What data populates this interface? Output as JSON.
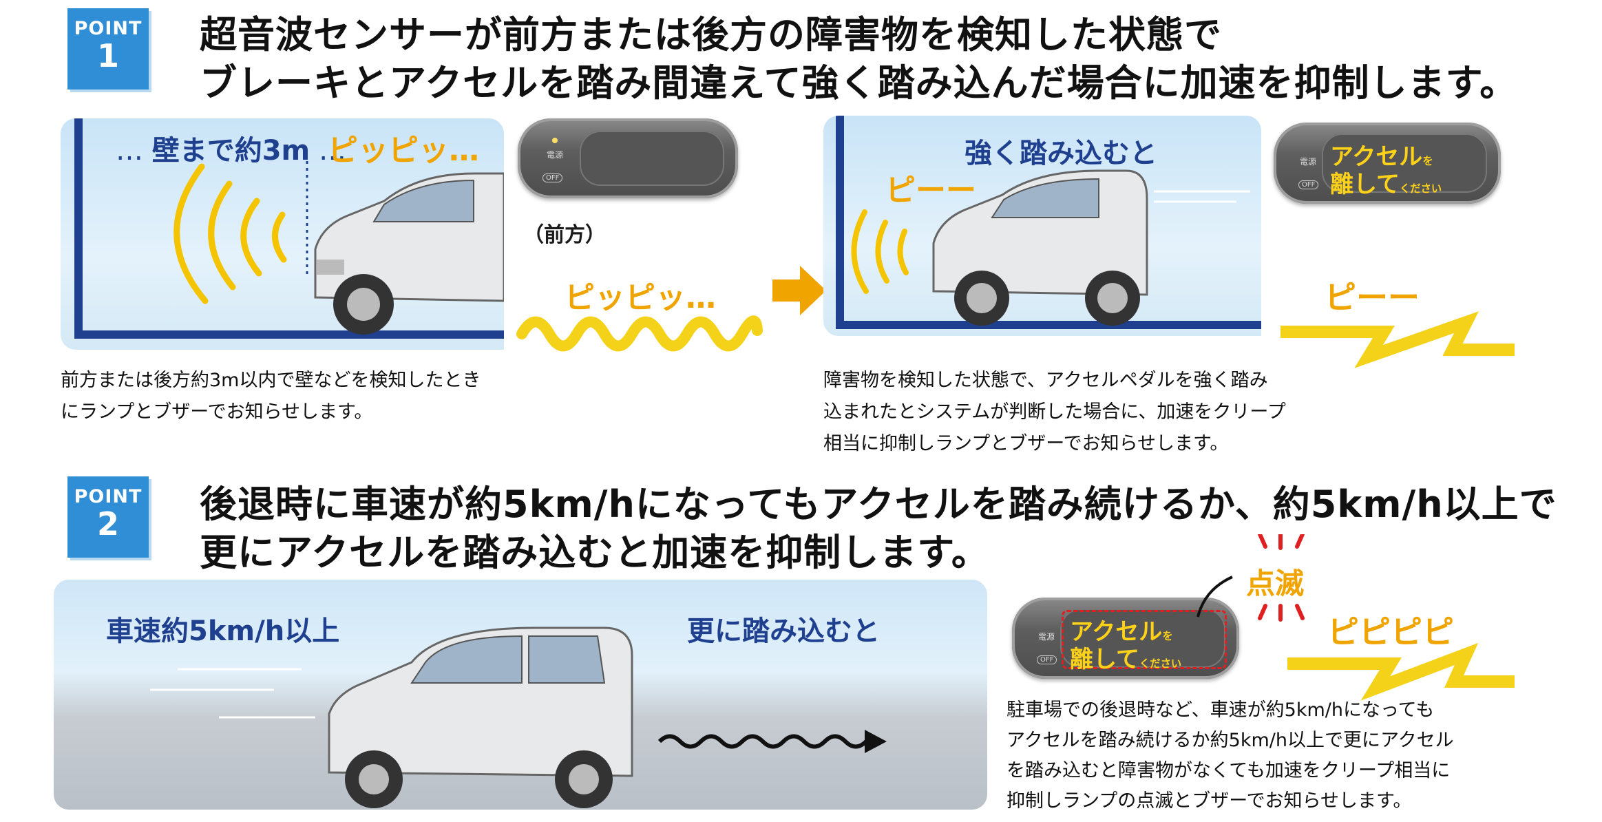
{
  "point1": {
    "badge_label": "POINT",
    "badge_number": "1",
    "headline_line1": "超音波センサーが前方または後方の障害物を検知した状態で",
    "headline_line2": "ブレーキとアクセルを踏み間違えて強く踏み込んだ場合に加速を抑制します。",
    "distance_label": "壁まで約3m",
    "beep_label": "ピッピッ…",
    "front_label": "（前方）",
    "beep_wave_label": "ピッピッ…",
    "press_label": "強く踏み込むと",
    "long_beep_label": "ピーー",
    "long_beep_wave_label": "ピーー",
    "caption_left": [
      "前方または後方約3m以内で壁などを検知したとき",
      "にランプとブザーでお知らせします。"
    ],
    "caption_right": [
      "障害物を検知した状態で、アクセルペダルを強く踏み",
      "込まれたとシステムが判断した場合に、加速をクリープ",
      "相当に抑制しランプとブザーでお知らせします。"
    ]
  },
  "point2": {
    "badge_label": "POINT",
    "badge_number": "2",
    "headline_line1": "後退時に車速が約5km/hになってもアクセルを踏み続けるか、約5km/h以上で",
    "headline_line2": "更にアクセルを踏み込むと加速を抑制します。",
    "speed_label": "車速約5km/h以上",
    "press_label": "更に踏み込むと",
    "blink_label": "点滅",
    "beep_label": "ピピピピ",
    "caption": [
      "駐車場での後退時など、車速が約5km/hになっても",
      "アクセルを踏み続けるか約5km/h以上で更にアクセル",
      "を踏み込むと障害物がなくても加速をクリープ相当に",
      "抑制しランプの点滅とブザーでお知らせします。"
    ]
  },
  "device": {
    "power_label": "電源",
    "off_label": "OFF",
    "msg_line1": "アクセル",
    "msg_small1": "を",
    "msg_line2": "離して",
    "msg_small2": "ください"
  },
  "colors": {
    "accent_blue": "#2f8ed6",
    "wall_navy": "#1f3f8f",
    "alert_yellow": "#f0a400",
    "wave_yellow": "#f5d21a"
  }
}
